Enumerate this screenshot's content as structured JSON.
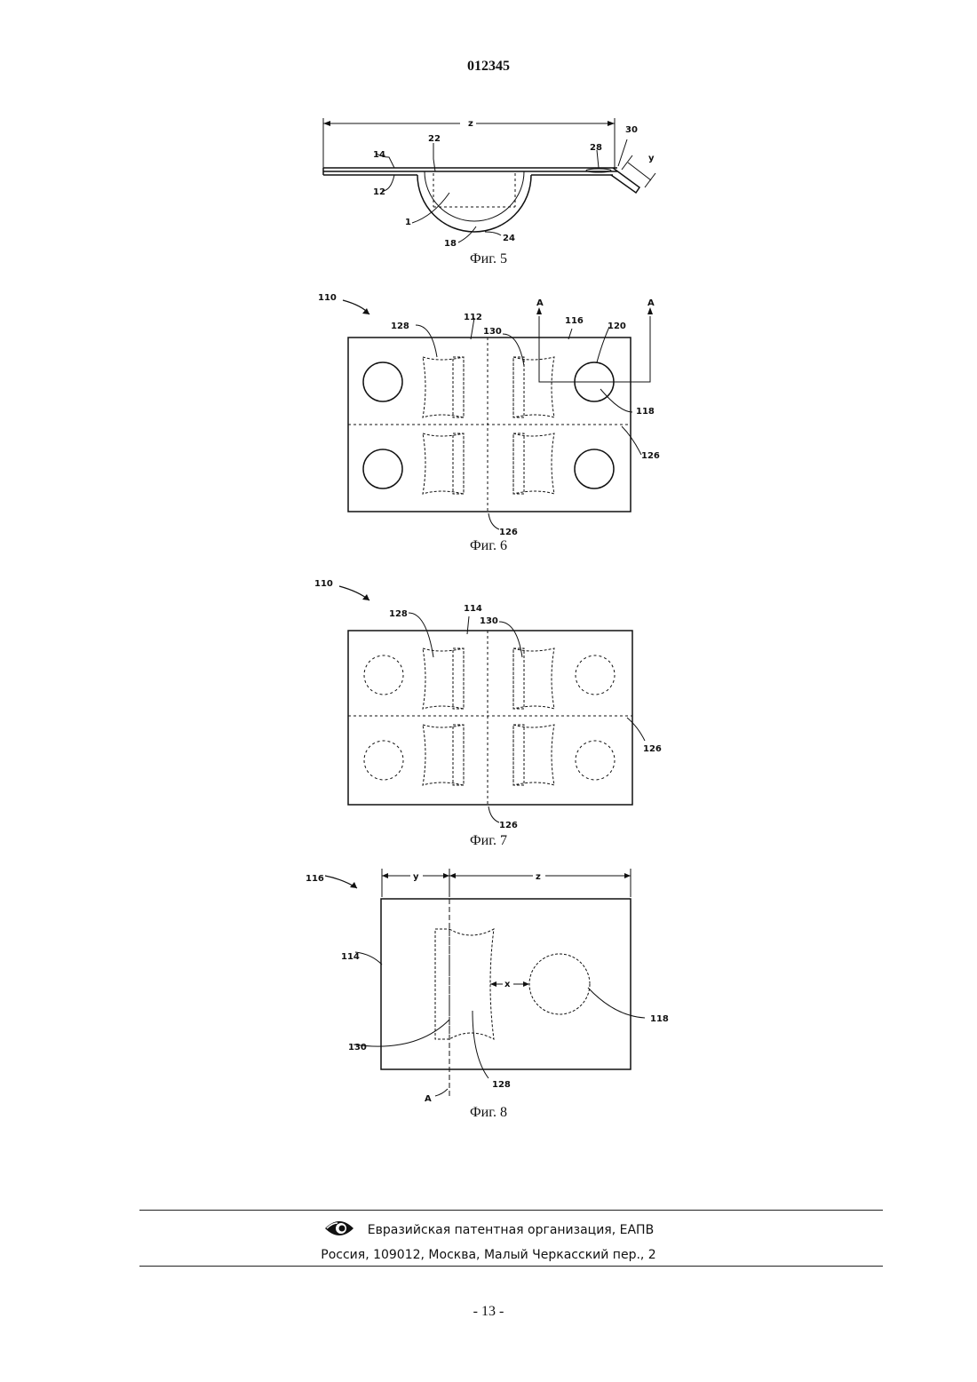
{
  "header": {
    "document_number": "012345"
  },
  "figures": {
    "fig5": {
      "caption": "Фиг. 5",
      "labels": {
        "z": "z",
        "y": "y",
        "r30": "30",
        "r22": "22",
        "r28": "28",
        "r14": "14",
        "r12": "12",
        "r1": "1",
        "r18": "18",
        "r24": "24"
      }
    },
    "fig6": {
      "caption": "Фиг. 6",
      "labels": {
        "r110": "110",
        "r128": "128",
        "r112": "112",
        "r130": "130",
        "r116": "116",
        "r120": "120",
        "r118": "118",
        "r126a": "126",
        "r126b": "126",
        "sectionA1": "A",
        "sectionA2": "A"
      }
    },
    "fig7": {
      "caption": "Фиг. 7",
      "labels": {
        "r110": "110",
        "r128": "128",
        "r114": "114",
        "r130": "130",
        "r126a": "126",
        "r126b": "126"
      }
    },
    "fig8": {
      "caption": "Фиг. 8",
      "labels": {
        "r116": "116",
        "y": "y",
        "z": "z",
        "r114": "114",
        "x": "x",
        "r118": "118",
        "r130": "130",
        "r128": "128",
        "sectionA": "A"
      }
    }
  },
  "footer": {
    "organization": "Евразийская патентная организация, ЕАПВ",
    "address": "Россия, 109012, Москва, Малый Черкасский пер., 2",
    "logo_icon": "eye-logo-icon",
    "page_number": "- 13 -"
  }
}
